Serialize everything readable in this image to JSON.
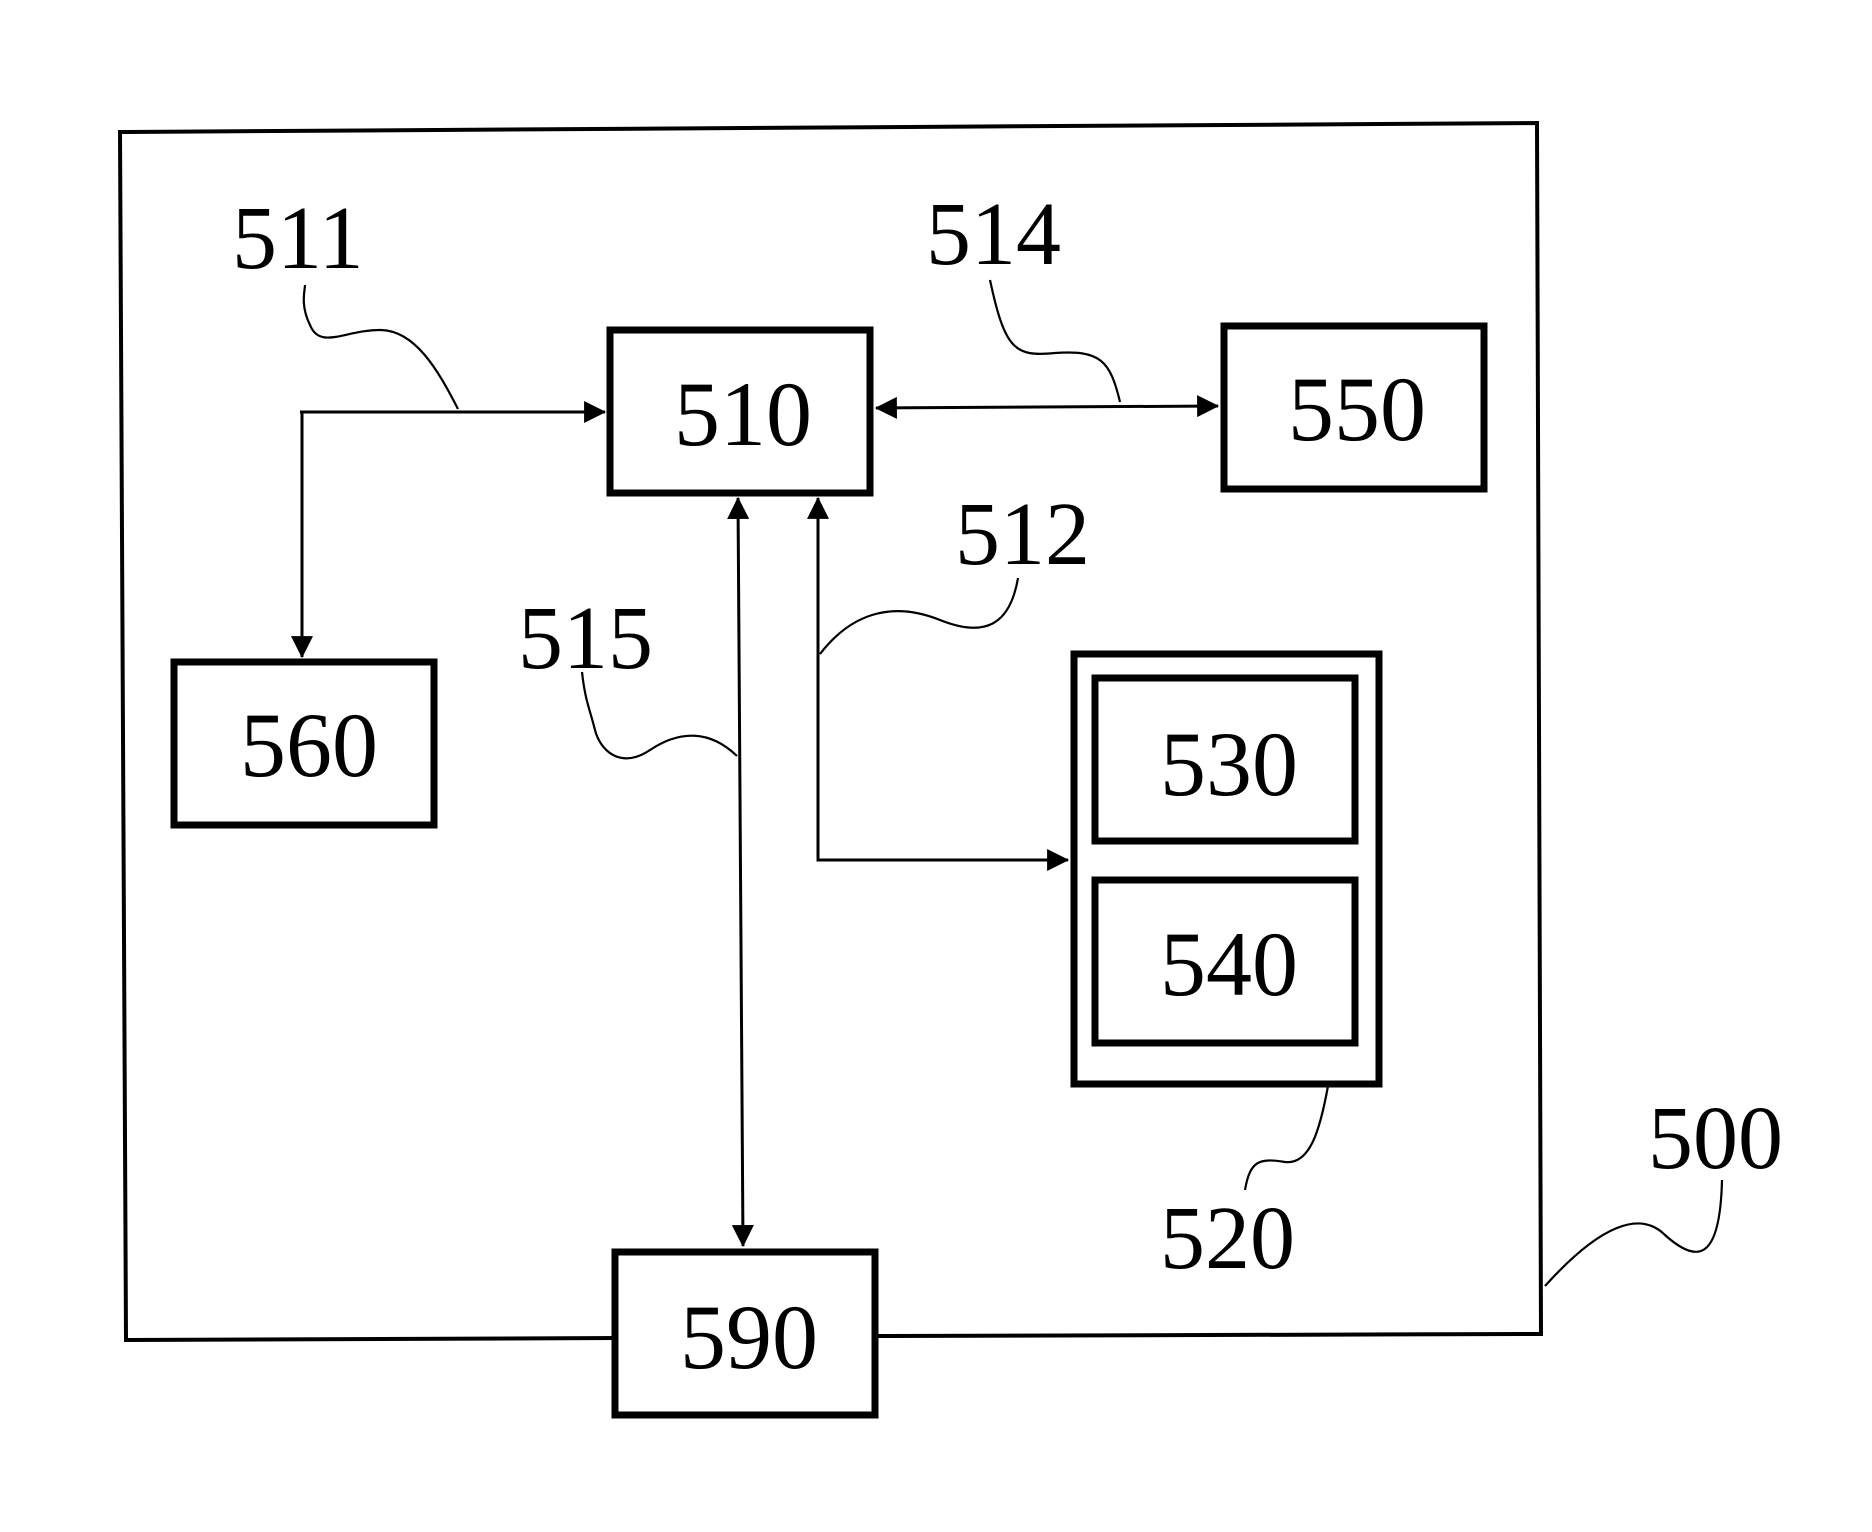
{
  "diagram": {
    "outer_label": "500",
    "blocks": {
      "b510": "510",
      "b520": "520",
      "b530": "530",
      "b540": "540",
      "b550": "550",
      "b560": "560",
      "b590": "590"
    },
    "connections": {
      "c511": "511",
      "c512": "512",
      "c514": "514",
      "c515": "515"
    }
  }
}
